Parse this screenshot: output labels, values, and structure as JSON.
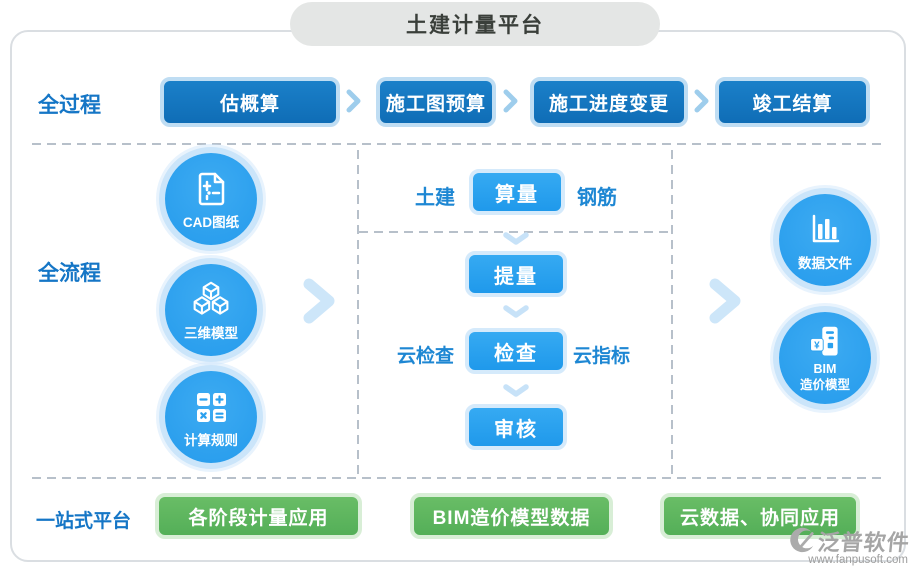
{
  "title": "土建计量平台",
  "process": {
    "label": "全过程",
    "steps": [
      "估概算",
      "施工图预算",
      "施工进度变更",
      "竣工结算"
    ]
  },
  "flow": {
    "label": "全流程",
    "inputs": [
      {
        "label": "CAD图纸",
        "icon": "cad-drawing-icon"
      },
      {
        "label": "三维模型",
        "icon": "cubes-3d-icon"
      },
      {
        "label": "计算规则",
        "icon": "calculator-icon"
      }
    ],
    "center": {
      "left_tag": "土建",
      "main": "算量",
      "right_tag": "钢筋",
      "step_extract": "提量",
      "check_left_tag": "云检查",
      "step_check": "检查",
      "check_right_tag": "云指标",
      "step_review": "审核"
    },
    "outputs": [
      {
        "label": "数据文件",
        "icon": "bar-chart-icon"
      },
      {
        "label_line1": "BIM",
        "label_line2": "造价模型",
        "icon": "bim-cost-model-icon"
      }
    ]
  },
  "platform": {
    "label": "一站式平台",
    "items": [
      "各阶段计量应用",
      "BIM造价模型数据",
      "云数据、协同应用"
    ]
  },
  "watermark": {
    "brand": "泛普软件",
    "url": "www.fanpusoft.com"
  },
  "colors": {
    "stage_dark_blue": "#1273bd",
    "node_bright_blue": "#2aa0ee",
    "label_blue": "#1576c6",
    "tag_blue": "#1e87d3",
    "green": "#5cb55f",
    "dash_gray": "#b7c0ca",
    "pill_gray": "#e4e6e5"
  }
}
